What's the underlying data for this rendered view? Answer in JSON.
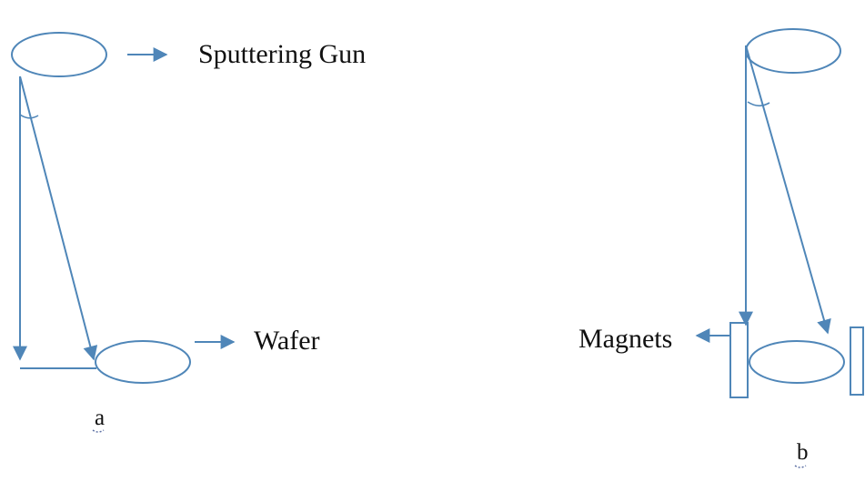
{
  "diagram": {
    "left": {
      "gun_label": "Sputtering Gun",
      "wafer_label": "Wafer",
      "caption": "a"
    },
    "right": {
      "magnets_label": "Magnets",
      "caption": "b"
    },
    "colors": {
      "stroke": "#4f86b8",
      "text": "#111111"
    }
  }
}
